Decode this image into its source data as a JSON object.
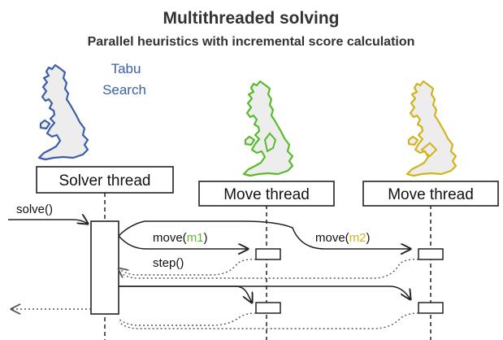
{
  "title": "Multithreaded solving",
  "subtitle": "Parallel heuristics with incremental score calculation",
  "algorithm": {
    "line1": "Tabu",
    "line2": "Search",
    "color": "#3b5ea8"
  },
  "colors": {
    "solver_map": "#3b5ea8",
    "move1_map": "#5aba2b",
    "move2_map": "#d4b21c",
    "map_fill": "#ededed",
    "line": "#222222",
    "dotted": "#555555"
  },
  "threads": {
    "solver": "Solver thread",
    "move1": "Move thread",
    "move2": "Move thread"
  },
  "messages": {
    "solve": "solve()",
    "move1_prefix": "move(",
    "move1_arg": "m1",
    "move1_suffix": ")",
    "move2_prefix": "move(",
    "move2_arg": "m2",
    "move2_suffix": ")",
    "step": "step()"
  },
  "icons": {
    "solver_map": "great-britain-map-icon",
    "move1_map": "great-britain-map-icon",
    "move2_map": "great-britain-map-icon"
  }
}
